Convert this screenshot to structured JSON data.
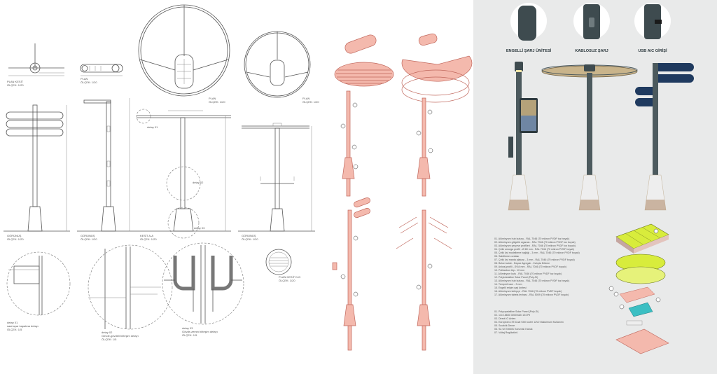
{
  "drawings": {
    "plan_section": {
      "title": "PLAN KESİT",
      "scale": "ÖLÇEK: 1/20"
    },
    "plan_small": {
      "title": "PLAN",
      "scale": "ÖLÇEK: 1/20"
    },
    "plan_large_1": {
      "title": "PLAN",
      "scale": "ÖLÇEK: 1/20"
    },
    "plan_large_2": {
      "title": "PLAN",
      "scale": "ÖLÇEK: 1/20"
    },
    "elevation_1": {
      "title": "GÖRÜNÜŞ",
      "scale": "ÖLÇEK: 1/20"
    },
    "elevation_2": {
      "title": "GÖRÜNÜŞ",
      "scale": "ÖLÇEK: 1/20"
    },
    "section_aa": {
      "title": "KESİT A-A",
      "scale": "ÖLÇEK: 1/20"
    },
    "elevation_3": {
      "title": "GÖRÜNÜŞ",
      "scale": "ÖLÇEK: 1/20"
    },
    "plan_section_dd": {
      "title": "PLAN KESİT D-D",
      "scale": "ÖLÇEK: 1/20"
    },
    "callouts": [
      "detay 01",
      "detay 02",
      "detay 03"
    ],
    "details": [
      {
        "title": "detay 01",
        "subtitle": "saat ayar kapatma detayı",
        "scale": "ÖLÇEK: 1/5"
      },
      {
        "title": "detay 02",
        "subtitle": "Gövde-gövdeli birleşim detayı",
        "scale": "ÖLÇEK: 1/5"
      },
      {
        "title": "detay 03",
        "subtitle": "Gövde-zemin birleşim detayı",
        "scale": "ÖLÇEK: 1/5"
      }
    ]
  },
  "features": [
    {
      "label": "ENGELLİ ŞARJ ÜNİTESİ",
      "icon": "disabled-charging-unit-icon"
    },
    {
      "label": "KABLOSUZ ŞARJ",
      "icon": "wireless-charging-icon"
    },
    {
      "label": "USB A/C GİRİŞİ",
      "icon": "usb-port-icon"
    }
  ],
  "legend_main": [
    "01. Alüminyum hub kutusu - RAL 7046 (70 mikron PVDF toz boyalı)",
    "02. Alüminyum gölgelik ızgarası - RAL 7046 (70 mikron PVDF toz boyalı)",
    "03. Alüminyum çerçeve profilleri - RAL 7046 (70 mikron PVDF toz boyalı)",
    "04. Çelik omurga profili - Ø 80 mm - RAL 7046 (70 mikron PVDF boyalı)",
    "05. Çelik üst modelleme bağlığı - 3 mm - RAL 7046 (70 mikron PVDF boyalı)",
    "06. Sabitleme cıvatası",
    "07. Çelik üst manta plakası - 3 mm - RAL 7046 (70 mikron PVDF boyalı)",
    "08. Beton kaide - Beyaz Agregalı - Kalıpta Dökme",
    "09. Ankraj profili - Ø 64 mm - RAL 7046 (70 mikron PVDF boyalı)",
    "10. Polikarbon tüp - 10 mm",
    "11. Alüminyum kutu - RAL 7046 (70 mikron PVDF toz boyalı)",
    "12. Polykristalline Solar Panel (Poly-Si)",
    "13. Alüminyum hub kutusu - RAL 7046 (70 mikron PVDF toz boyalı)",
    "14. Temperli cam - 3 mm",
    "15. Engelli erişim şarj ünitesi",
    "16. Alüminyum kelepçe - RAL 7046 (70 mikron PVDF boyalı)",
    "17. Alüminyum tabela levhası - RAL 5009 (70 mikron PVDF boyalı)"
  ],
  "legend_electronics": [
    "01. Polycrystalline Solar Panel (Poly-Si)",
    "02. 14x 18650 3000mAh 104 Pil",
    "03. Direct IO Anten",
    "04. European LTE Dual SIM router 12V2 Maksimum Kullanımı",
    "05. Sıcaklık Devre",
    "06. Su ve Elektrik Korumalı Kabuk",
    "07. Voltaj Regülatörü"
  ],
  "colors": {
    "panel_bg": "#e9eaea",
    "pole": "#4c5a5e",
    "pink": "#f4b9ad",
    "navy": "#1f3a5f",
    "solar": "#d8ec3c"
  }
}
